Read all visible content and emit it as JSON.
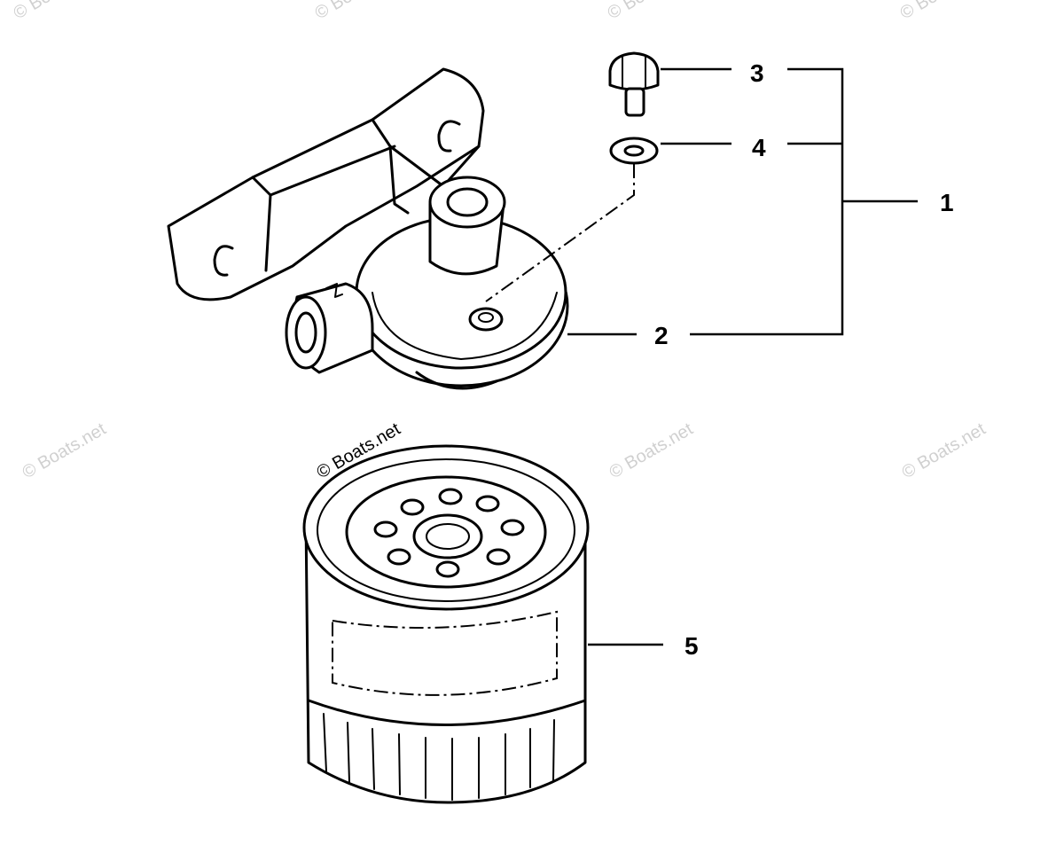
{
  "callouts": [
    {
      "id": "1",
      "label": "1"
    },
    {
      "id": "2",
      "label": "2"
    },
    {
      "id": "3",
      "label": "3"
    },
    {
      "id": "4",
      "label": "4"
    },
    {
      "id": "5",
      "label": "5"
    }
  ],
  "watermark": {
    "text": "© Boats.net",
    "color": "#d0d0d0"
  },
  "parts": {
    "part1": "bracket-assembly",
    "part2": "filter-head",
    "part3": "bolt",
    "part4": "washer",
    "part5": "oil-filter"
  }
}
